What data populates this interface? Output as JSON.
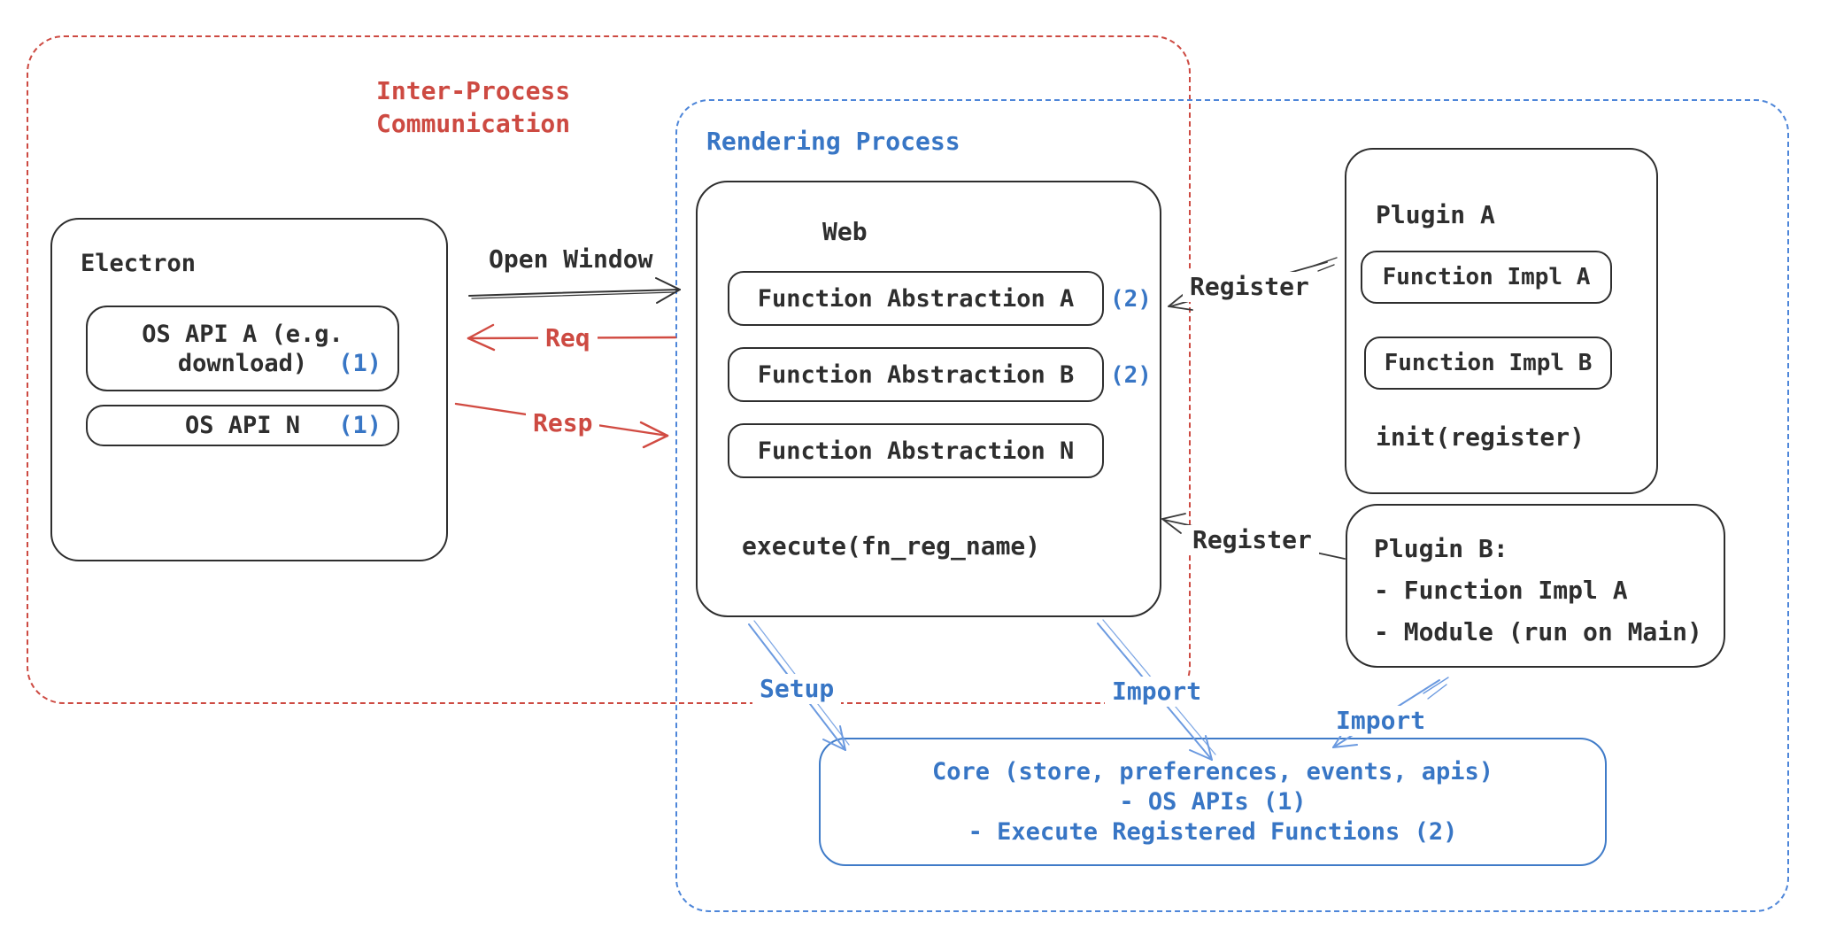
{
  "colors": {
    "red": "#cd4a42",
    "blue_text": "#3876c5",
    "blue_dashed_border": "#4e86d9",
    "blue_solid_border": "#3f7bc8",
    "blue_arrow": "#6b9ae0",
    "black_stroke": "#2e2e2e"
  },
  "ipc_box": {
    "lines": [
      "Inter-Process",
      "Communication"
    ]
  },
  "rendering_box": {
    "label": "Rendering Process"
  },
  "electron": {
    "title": "Electron",
    "os_api_a": {
      "line1": "OS API A (e.g.",
      "line2": "download)",
      "badge": "(1)"
    },
    "os_api_n": {
      "label": "OS API N",
      "badge": "(1)"
    }
  },
  "web": {
    "title": "Web",
    "abstractions": [
      {
        "label": "Function Abstraction A",
        "badge": "(2)"
      },
      {
        "label": "Function Abstraction B",
        "badge": "(2)"
      },
      {
        "label": "Function Abstraction N",
        "badge": ""
      }
    ],
    "execute_label": "execute(fn_reg_name)"
  },
  "plugin_a": {
    "title": "Plugin A",
    "impl_a": "Function Impl A",
    "impl_b": "Function Impl B",
    "init_label": "init(register)"
  },
  "plugin_b": {
    "lines": [
      "Plugin B:",
      "- Function Impl A",
      "- Module (run on Main)"
    ]
  },
  "core": {
    "lines": [
      "Core (store, preferences, events, apis)",
      "- OS APIs (1)",
      "- Execute Registered Functions (2)"
    ]
  },
  "arrows": {
    "open_window": "Open Window",
    "req": "Req",
    "resp": "Resp",
    "register_top": "Register",
    "register_bottom": "Register",
    "setup": "Setup",
    "import_mid": "Import",
    "import_right": "Import"
  }
}
